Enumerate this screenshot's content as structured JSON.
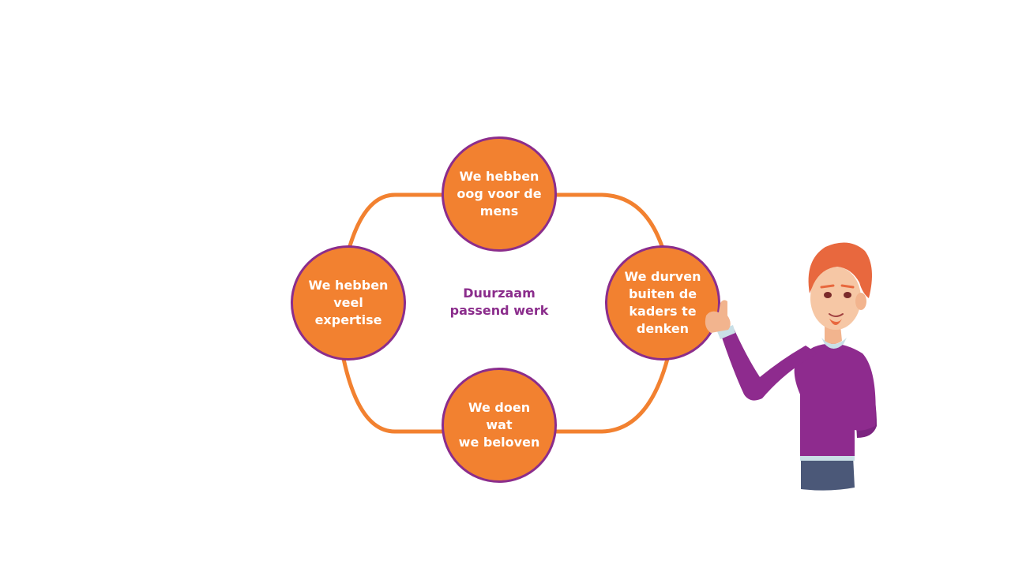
{
  "diagram": {
    "center": "Duurzaam\npassend werk",
    "nodes": {
      "top": "We hebben\noog voor de\nmens",
      "left": "We hebben\nveel\nexpertise",
      "right": "We durven\nbuiten de\nkaders te\ndenken",
      "bottom": "We doen wat\nwe beloven"
    }
  },
  "colors": {
    "orange": "#f28130",
    "purple": "#8b2d8c",
    "background": "#ffffff"
  },
  "illustration": {
    "icon": "thumbs-up-person-illustration"
  }
}
